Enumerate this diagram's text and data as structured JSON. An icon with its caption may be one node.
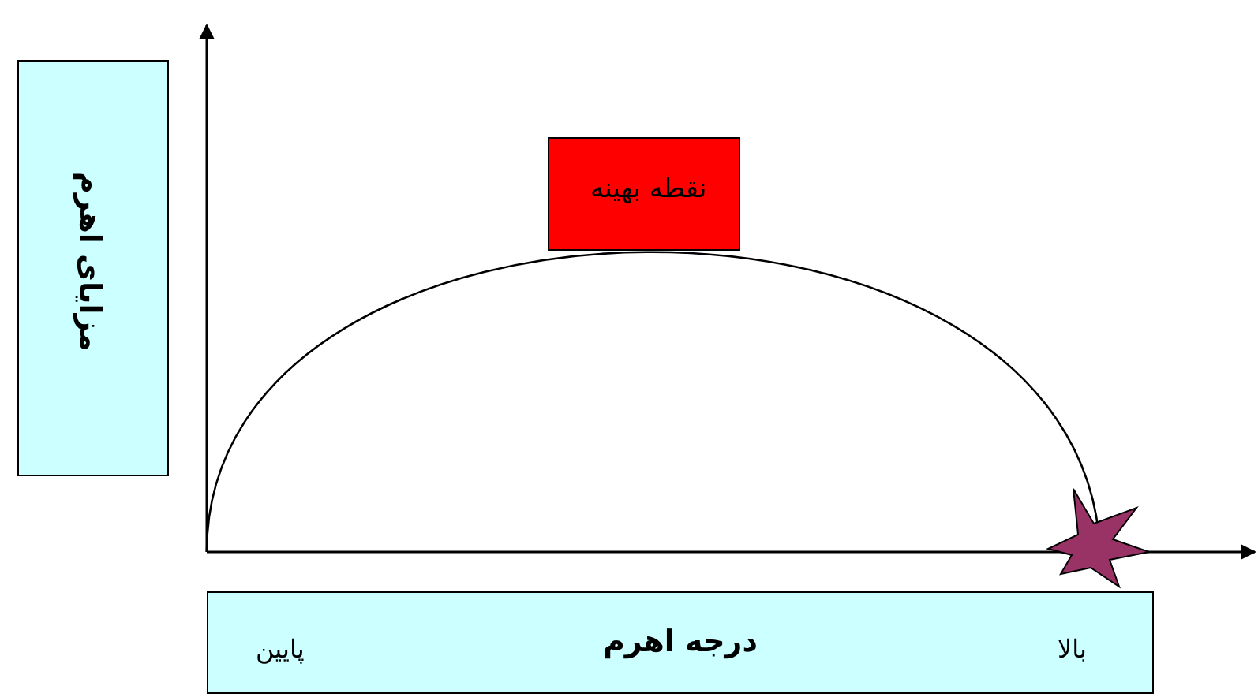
{
  "diagram": {
    "nodes": [
      {
        "text": [
          "مزایای اهرم"
        ]
      },
      {
        "text": [
          "نقطه بهینه"
        ]
      },
      {
        "text": [
          "بالا",
          "درجه اهرم",
          "پایین"
        ]
      }
    ]
  }
}
